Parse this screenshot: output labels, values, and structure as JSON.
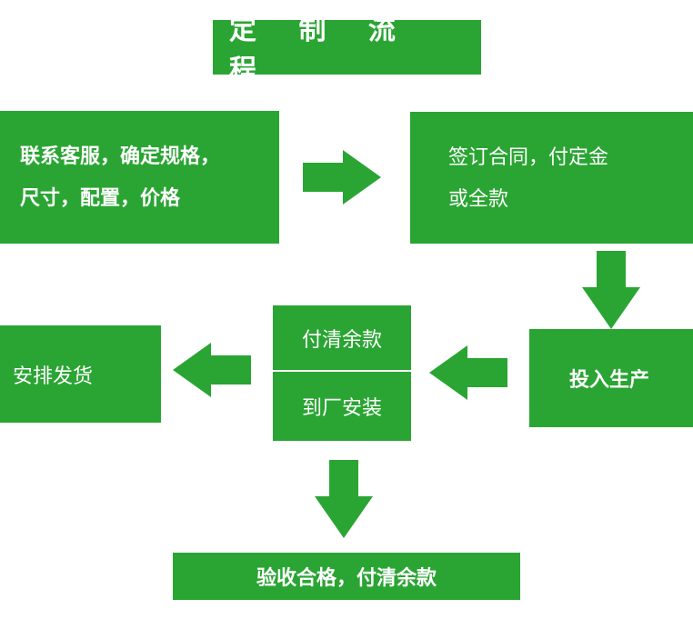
{
  "title": "定 制 流 程",
  "steps": {
    "contact": {
      "line1": "联系客服，确定规格，",
      "line2": "尺寸，配置，价格"
    },
    "contract": {
      "line1": "签订合同，付定金",
      "line2": "或全款"
    },
    "production": "投入生产",
    "payoff": "付清余款",
    "install": "到厂安装",
    "ship": "安排发货",
    "accept": "验收合格，付清余款"
  },
  "colors": {
    "box": "#2aa533",
    "text": "#ffffff",
    "background": "#ffffff"
  },
  "icons": [
    "arrow-right-icon",
    "arrow-down-icon",
    "arrow-left-icon"
  ]
}
